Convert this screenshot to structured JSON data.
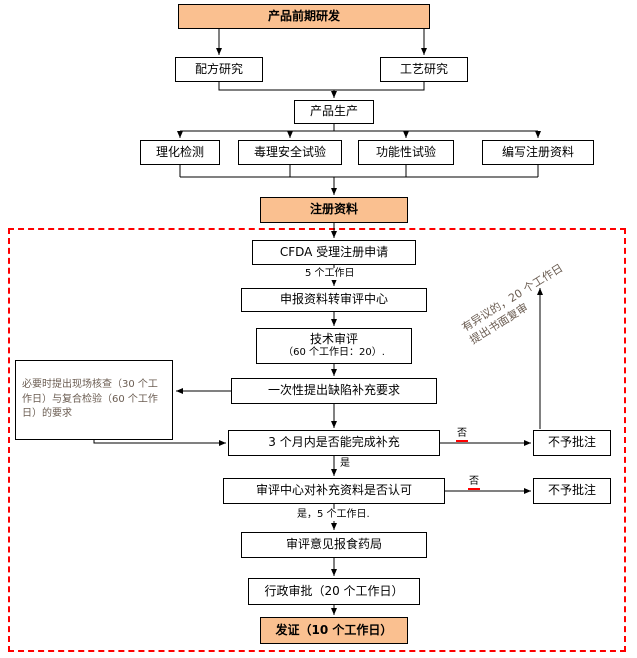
{
  "colors": {
    "accent_fill": "#FAC090",
    "box_border": "#000000",
    "dashed_border": "#FF0000",
    "annotation_text": "#6B5D52",
    "flag_underline": "#FF0000"
  },
  "nodes": {
    "predev": "产品前期研发",
    "formula_research": "配方研究",
    "process_research": "工艺研究",
    "production": "产品生产",
    "physchem_test": "理化检测",
    "toxicology_test": "毒理安全试验",
    "functional_test": "功能性试验",
    "compile_dossier": "编写注册资料",
    "registration_dossier": "注册资料",
    "cfda_accept": "CFDA 受理注册申请",
    "transfer_review": "申报资料转审评中心",
    "tech_review_title": "技术审评",
    "tech_review_note": "（60 个工作日：20）.",
    "defect_supplement": "一次性提出缺陷补充要求",
    "onsite_check": "必要时提出现场核查（30 个工作日）与复合检验（60 个工作日）的要求",
    "three_month_question": "3 个月内是否能完成补充",
    "center_recognize": "审评中心对补充资料是否认可",
    "reject1": "不予批注",
    "reject2": "不予批注",
    "report_bureau": "审评意见报食药局",
    "admin_approval": "行政审批（20 个工作日）",
    "issue_cert": "发证（10 个工作日）"
  },
  "labels": {
    "five_days": "5 个工作日",
    "yes1": "是",
    "no1": "否",
    "no2": "否",
    "yes_five": "是，5 个工作日.",
    "objection": "有异议的，20 个工作日提出书面复审"
  }
}
